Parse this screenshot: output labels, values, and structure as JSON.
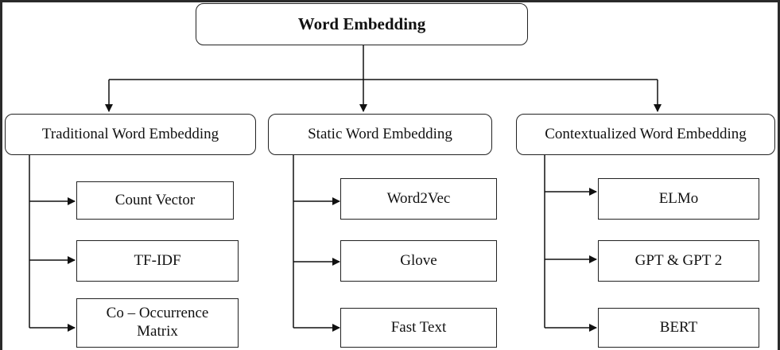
{
  "root": {
    "label": "Word Embedding"
  },
  "categories": [
    {
      "label": "Traditional Word Embedding",
      "items": [
        "Count Vector",
        "TF-IDF",
        "Co – Occurrence\nMatrix"
      ]
    },
    {
      "label": "Static Word Embedding",
      "items": [
        "Word2Vec",
        "Glove",
        "Fast Text"
      ]
    },
    {
      "label": "Contextualized Word Embedding",
      "items": [
        "ELMo",
        "GPT & GPT 2",
        "BERT"
      ]
    }
  ]
}
